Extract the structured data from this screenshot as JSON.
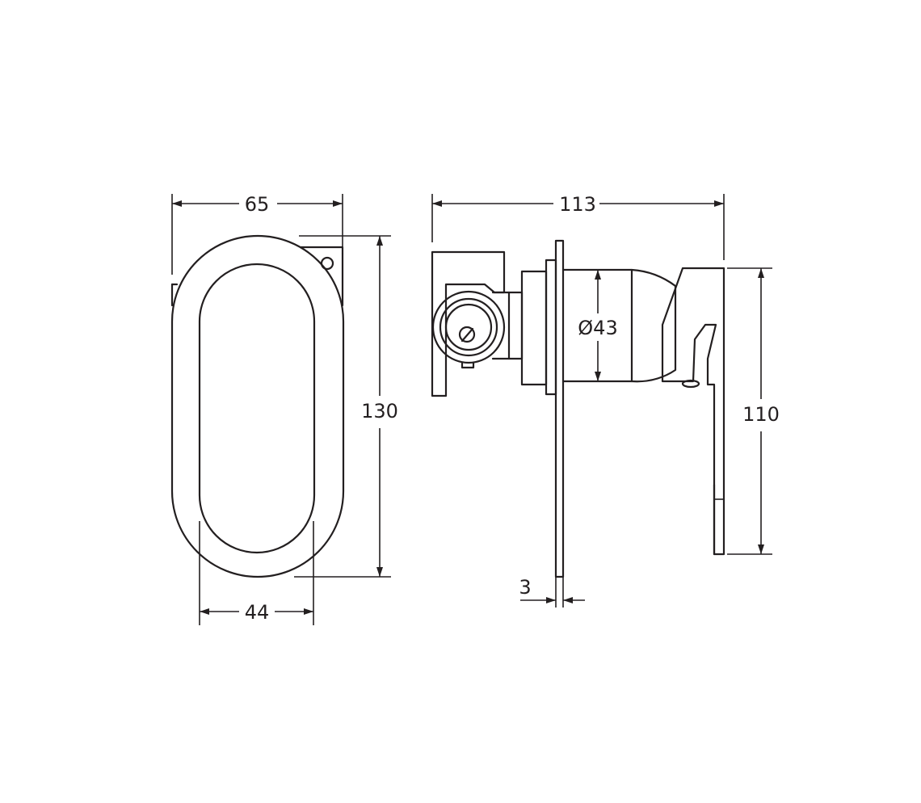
{
  "drawing": {
    "front_view": {
      "width_label": "65",
      "height_label": "130",
      "inner_width_label": "44"
    },
    "side_view": {
      "depth_label": "113",
      "diameter_label": "Ø43",
      "handle_height_label": "110",
      "plate_thickness_label": "3"
    },
    "colors": {
      "line": "#231f20",
      "background": "#ffffff"
    }
  }
}
